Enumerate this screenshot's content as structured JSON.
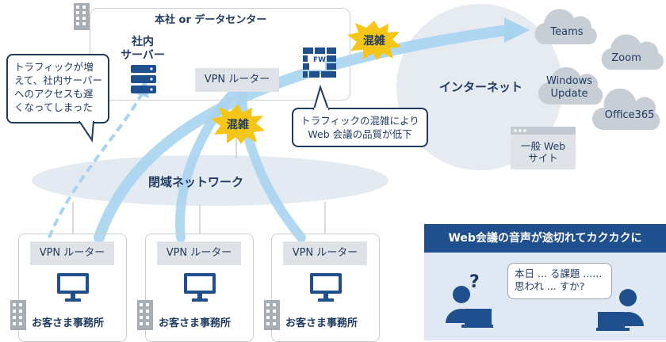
{
  "hq": {
    "title": "本社 or データセンター",
    "server_label": "社内\nサーバー",
    "vpn_label": "VPN ルーター",
    "fw_label": "FW"
  },
  "callout_left": {
    "text": "トラフィックが増\nえて、社内サーバー\nへのアクセスも遅\nくなってしまった"
  },
  "callout_right": {
    "text": "トラフィックの混雑により\nWeb 会議の品質が低下"
  },
  "congestion": {
    "label_top": "混雑",
    "label_mid": "混雑"
  },
  "internet": {
    "label": "インターネット"
  },
  "clouds": [
    "Teams",
    "Zoom",
    "Windows\nUpdate",
    "Office365"
  ],
  "website": {
    "label": "一般 Web\nサイト"
  },
  "closed_network": {
    "label": "閉域ネットワーク"
  },
  "offices": [
    {
      "vpn_label": "VPN ルーター",
      "name": "お客さま事務所"
    },
    {
      "vpn_label": "VPN ルーター",
      "name": "お客さま事務所"
    },
    {
      "vpn_label": "VPN ルーター",
      "name": "お客さま事務所"
    }
  ],
  "panel": {
    "title": "Web会議の音声が途切れてカクカクに",
    "speech": "本日 ... る課題 ......\n思われ ... すか?",
    "question_mark": "?"
  },
  "colors": {
    "navy": "#1f3a5f",
    "light_blue": "#a8d4ef",
    "burst_yellow": "#f5c518",
    "gray_box": "#dfe3e8",
    "ellipse": "#e4eaf2"
  }
}
